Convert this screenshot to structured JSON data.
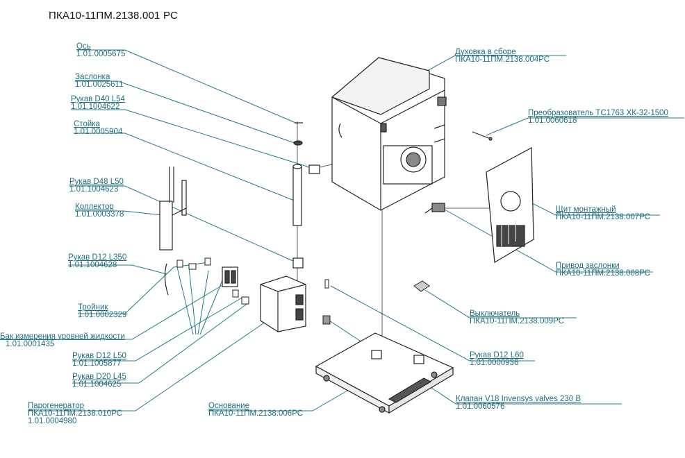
{
  "title": "ПКА10-11ПМ.2138.001 РС",
  "colors": {
    "leader": "#1f7a8c",
    "text": "#1f6e7e",
    "outline": "#222222"
  },
  "labels": {
    "os": {
      "name": "Ось",
      "code": "1.01.0005675"
    },
    "zaslonka": {
      "name": "Заслонка",
      "code": "1.01.0025611"
    },
    "rukav_d40": {
      "name": "Рукав D40 L54",
      "code": "1.01.1004622"
    },
    "stoyka": {
      "name": "Стойка",
      "code": "1.01.0005904"
    },
    "rukav_d48": {
      "name": "Рукав D48 L50",
      "code": "1.01.1004623"
    },
    "kollektor": {
      "name": "Коллектор",
      "code": "1.01.0003378"
    },
    "rukav_d12_l350": {
      "name": "Рукав D12 L350",
      "code": "1.01.1004628"
    },
    "troynik": {
      "name": "Тройник",
      "code": "1.01.0002329"
    },
    "bak": {
      "name": "Бак измерения уровней жидкости",
      "code": "1.01.0001435"
    },
    "rukav_d12_l50": {
      "name": "Рукав D12 L50",
      "code": "1.01.1005877"
    },
    "rukav_d20": {
      "name": "Рукав D20 L45",
      "code": "1.01.1004625"
    },
    "parogenerator": {
      "name": "Парогенератор",
      "code": "ПКА10-11ПМ.2138.010РС",
      "code2": "1.01.0004980"
    },
    "osnovanie": {
      "name": "Основание",
      "code": "ПКА10-11ПМ.2138.006РС"
    },
    "duhovka": {
      "name": "Духовка в сборе",
      "code": "ПКА10-11ПМ.2138.004РС"
    },
    "preobrazovatel": {
      "name": "Преобразователь ТС1763 ХК-32-1500",
      "code": "1.01.0060618"
    },
    "shchit": {
      "name": "Щит монтажный",
      "code": "ПКА10-11ПМ.2138.007РС"
    },
    "privod": {
      "name": "Привод заслонки",
      "code": "ПКА10-11ПМ.2138.008РС"
    },
    "vyklyuchatel": {
      "name": "Выключатель",
      "code": "ПКА10-11ПМ.2138.009РС"
    },
    "rukav_d12_l60": {
      "name": "Рукав D12 L60",
      "code": "1.01.0000936"
    },
    "klapan": {
      "name": "Клапан V18 Invensys valves 230 В",
      "code": "1.01.0060576"
    }
  }
}
